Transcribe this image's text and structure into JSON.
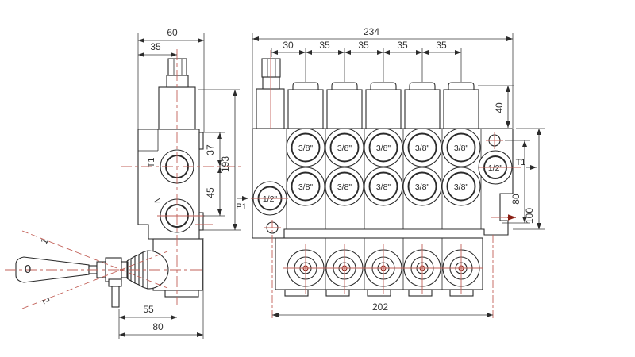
{
  "colors": {
    "line": "#2b2b2b",
    "dim": "#3a3a3a",
    "red": "#c26058",
    "maroon": "#8a1f14",
    "text": "#333333",
    "bg": "#ffffff"
  },
  "left_view": {
    "dims": {
      "width_total": "60",
      "width_to_axis": "35",
      "port_t1_offset": "37",
      "port_spacing": "45",
      "height_total": "193",
      "lever_offset": "55",
      "lever_total": "80"
    },
    "port_labels": {
      "t1": "T1",
      "n": "N"
    },
    "lever_positions": {
      "neutral": "0",
      "up": "1",
      "down": "2"
    }
  },
  "right_view": {
    "dims": {
      "width_total": "234",
      "first_section": "30",
      "section_spacing": [
        "35",
        "35",
        "35",
        "35"
      ],
      "cap_height": "40",
      "port_span": "80",
      "body_height": "100",
      "mount_spacing": "202"
    },
    "work_port_size": "3/8\"",
    "main_port_size": "1/2\"",
    "port_labels": {
      "inlet": "P1",
      "tank": "T1"
    }
  }
}
